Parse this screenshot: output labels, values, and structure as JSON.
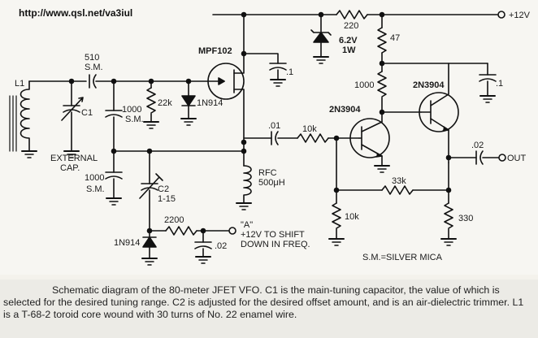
{
  "site_url": "http://www.qsl.net/va3iul",
  "labels": {
    "plus12v": "+12V",
    "r220": "220",
    "zener_v": "6.2V",
    "zener_w": "1W",
    "r47": "47",
    "jfet": "MPF102",
    "c_bypass1": ".1",
    "c510_val": "510",
    "c510_sm": "S.M.",
    "l1": "L1",
    "c1": "C1",
    "c1000a_val": "1000",
    "c1000a_sm": "S.M.",
    "r22k": "22k",
    "d1n914a": "1N914",
    "ext_cap_1": "EXTERNAL",
    "ext_cap_2": "CAP.",
    "c1000b_val": "1000",
    "c1000b_sm": "S.M.",
    "c01": ".01",
    "r10k_series": "10k",
    "rfc_1": "RFC",
    "rfc_2": "500μH",
    "c2": "C2",
    "c2_range": "1-15",
    "r1000": "1000",
    "q1": "2N3904",
    "q2": "2N3904",
    "c_bypass2": ".1",
    "c02_out": ".02",
    "out": "OUT",
    "r33k": "33k",
    "r10k_shunt": "10k",
    "r330": "330",
    "r2200": "2200",
    "node_a": "\"A\"",
    "shift_1": "+12V TO SHIFT",
    "shift_2": "DOWN IN FREQ.",
    "c02_bottom": ".02",
    "d1n914b": "1N914",
    "sm_note": "S.M.=SILVER MICA"
  },
  "caption": "Schematic diagram of the 80-meter JFET VFO. C1 is the main-tuning capacitor, the value of which is selected for the desired tuning range. C2 is adjusted for the desired offset amount, and is an air-dielectric trimmer. L1 is a T-68-2 toroid core wound with 30 turns of No. 22 enamel wire."
}
